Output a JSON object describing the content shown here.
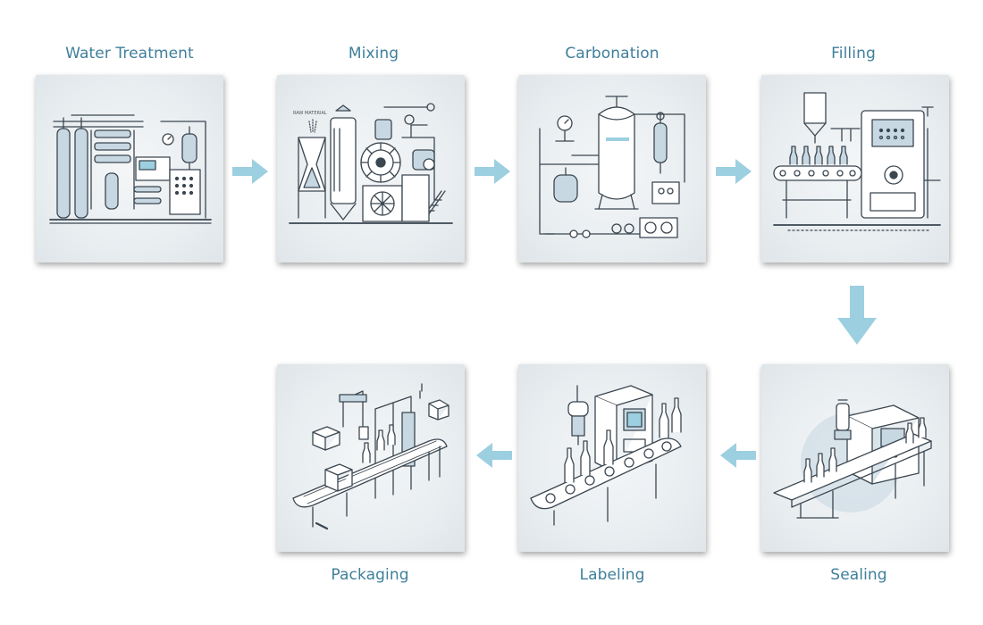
{
  "diagram": {
    "steps": [
      {
        "label": "Water Treatment",
        "icon": "water-treatment-equipment-icon"
      },
      {
        "label": "Mixing",
        "icon": "mixing-machinery-icon",
        "sublabel": "RAW MATERIAL"
      },
      {
        "label": "Carbonation",
        "icon": "carbonation-tank-icon"
      },
      {
        "label": "Filling",
        "icon": "bottle-filling-machine-icon"
      },
      {
        "label": "Sealing",
        "icon": "bottle-sealing-machine-icon"
      },
      {
        "label": "Labeling",
        "icon": "bottle-labeling-machine-icon"
      },
      {
        "label": "Packaging",
        "icon": "box-packaging-line-icon"
      }
    ],
    "colors": {
      "label": "#3f7f9a",
      "arrow": "#9ccfe0",
      "line": "#3b4650",
      "card": "#eaeff2",
      "accent": "#c8d8e2"
    }
  }
}
